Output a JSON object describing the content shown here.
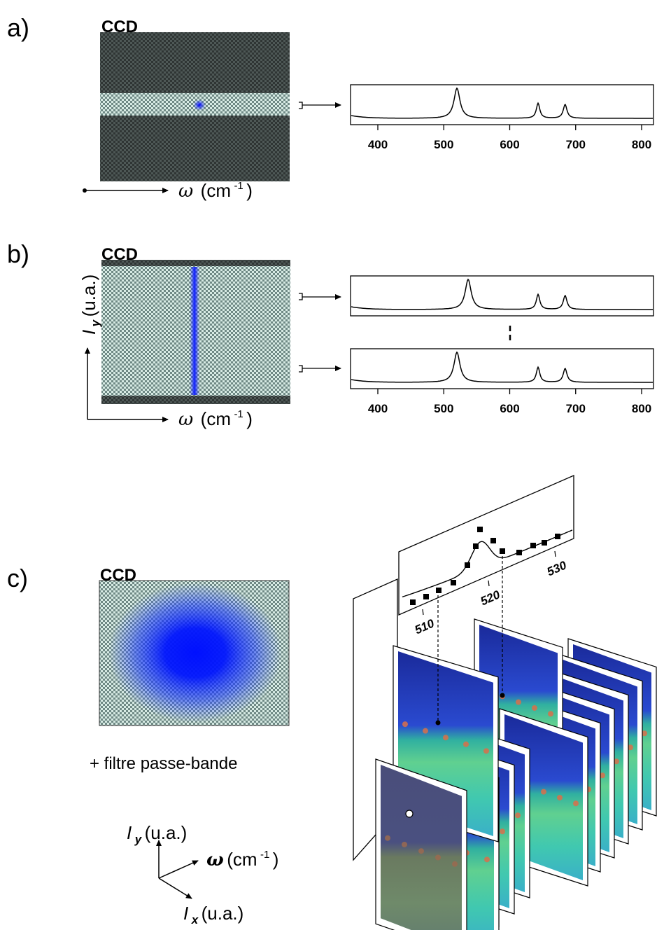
{
  "panels": {
    "a": {
      "label": "a)",
      "ccd_label": "CCD",
      "omega_symbol": "ω",
      "omega_unit": "(cm",
      "omega_unit_sup": "-1",
      "omega_unit_close": ")",
      "spectrum_ticks": [
        "400",
        "500",
        "600",
        "700",
        "800"
      ]
    },
    "b": {
      "label": "b)",
      "ccd_label": "CCD",
      "iy_symbol": "I",
      "iy_sub": "y",
      "iy_unit": " (u.a.)",
      "omega_symbol": "ω",
      "omega_unit": "(cm",
      "omega_unit_sup": "-1",
      "omega_unit_close": ")",
      "spectrum_ticks": [
        "400",
        "500",
        "600",
        "700",
        "800"
      ]
    },
    "c": {
      "label": "c)",
      "ccd_label": "CCD",
      "filter_text": "+ filtre passe-bande",
      "iy_symbol": "I",
      "iy_sub": "y",
      "iy_unit": " (u.a.)",
      "omega_symbol": "ω",
      "omega_unit": " (cm",
      "omega_unit_sup": "-1",
      "omega_unit_close": ")",
      "ix_symbol": "I",
      "ix_sub": "x",
      "ix_unit": " (u.a.)",
      "spectrum_ticks": [
        "510",
        "520",
        "530"
      ]
    }
  },
  "colors": {
    "ccd_dark": "#3a403f",
    "ccd_light": "#c7e0d8",
    "spot_blue": "#1a1aff"
  }
}
